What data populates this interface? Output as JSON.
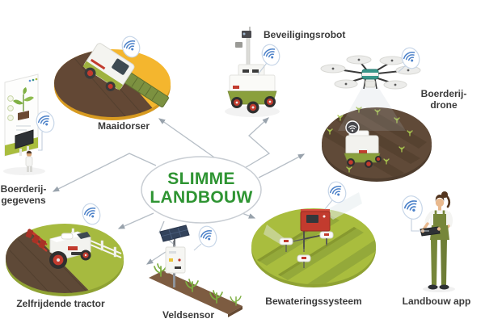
{
  "diagram_title": {
    "line1": "SLIMME",
    "line2": "LANDBOUW"
  },
  "nodes": {
    "maaidorser": {
      "label": "Maaidorser"
    },
    "beveiligingsrobot": {
      "label": "Beveiligingsrobot"
    },
    "boerderij_drone": {
      "label_line1": "Boerderij-",
      "label_line2": "drone"
    },
    "boerderij_gegevens": {
      "label_line1": "Boerderij-",
      "label_line2": "gegevens"
    },
    "zelfrijdende_tractor": {
      "label": "Zelfrijdende tractor"
    },
    "veldsensor": {
      "label": "Veldsensor"
    },
    "bewateringssysteem": {
      "label": "Bewateringssysteem"
    },
    "landbouw_app": {
      "label": "Landbouw app"
    }
  },
  "icons": {
    "connectivity": "wifi-icon"
  },
  "colors": {
    "accent_green": "#2E9432",
    "wifi_blue": "#4D82C9",
    "connector_gray": "#B6BEC6",
    "wheat_orange": "#F4B62E",
    "grass_green": "#A6BA3F",
    "soil_brown": "#5E4937",
    "machine_red": "#C23B2E"
  }
}
